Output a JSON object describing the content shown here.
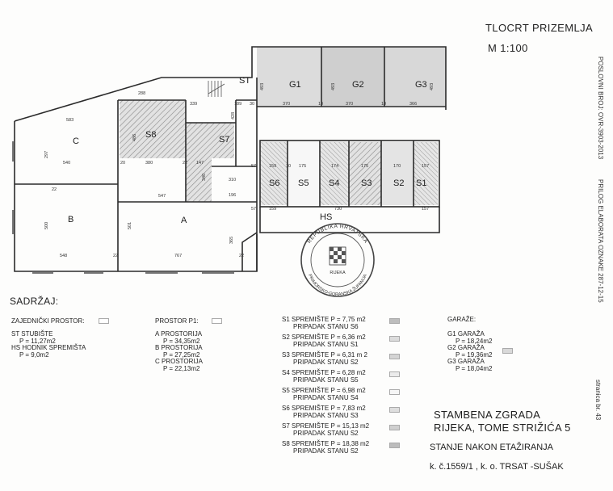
{
  "header": {
    "title": "TLOCRT PRIZEMLJA",
    "scale": "M 1:100"
  },
  "side": {
    "case_no": "POSLOVNI BROJ: OVR-3903-2013",
    "appendix": "PRILOG ELABORATA OZNAKE 287-12-15",
    "page": "stranica br. 43"
  },
  "rooms": {
    "st": "ST",
    "hs": "HS",
    "g1": "G1",
    "g2": "G2",
    "g3": "G3",
    "s1": "S1",
    "s2": "S2",
    "s3": "S3",
    "s4": "S4",
    "s5": "S5",
    "s6": "S6",
    "s7": "S7",
    "s8": "S8",
    "a": "A",
    "b": "B",
    "c": "C"
  },
  "dims": {
    "d583": "583",
    "d288": "288",
    "d339": "339",
    "d189": "189",
    "d30": "30",
    "d370a": "370",
    "d10a": "10",
    "d370b": "370",
    "d10b": "10",
    "d366": "366",
    "d493a": "493",
    "d493b": "493",
    "d493c": "493",
    "d428": "428",
    "d297": "297",
    "d540": "540",
    "d20": "20",
    "d380": "380",
    "d22a": "22",
    "d147": "147",
    "d22b": "22",
    "d310": "310",
    "d196": "196",
    "d547": "547",
    "d57a": "57",
    "d159a": "159",
    "d10c": "10",
    "d175a": "175",
    "d174": "174",
    "d175b": "175",
    "d170": "170",
    "d157a": "157",
    "d57b": "57",
    "d159b": "159",
    "d730": "730",
    "d157b": "157",
    "d500": "500",
    "d501": "501",
    "d365": "365",
    "d548": "548",
    "d22c": "22",
    "d767": "767",
    "d22d": "22",
    "d486": "486",
    "d340": "340"
  },
  "stamp": {
    "top": "REPUBLIKA HRVATSKA",
    "bottom": "PRIMORSKO-GORANSKA ŽUPANIJA",
    "inner": "RIJEKA"
  },
  "legend": {
    "title": "SADRŽAJ:",
    "common": {
      "label": "ZAJEDNIČKI PROSTOR:",
      "lines": [
        "ST STUBIŠTE",
        "P = 11,27m2",
        "HS HODNIK SPREMIŠTA",
        "P = 9,0m2"
      ]
    },
    "p1": {
      "label": "PROSTOR P1:",
      "lines": [
        "A PROSTORIJA",
        "P = 34,35m2",
        "B PROSTORIJA",
        "P = 27,25m2",
        "C PROSTORIJA",
        "P = 22,13m2"
      ]
    },
    "storage": [
      {
        "line1": "S1 SPREMIŠTE P = 7,75 m2",
        "line2": "PRIPADAK STANU S6",
        "color": "#bdbdbd"
      },
      {
        "line1": "S2 SPREMIŠTE P = 6,36 m2",
        "line2": "PRIPADAK STANU S1",
        "color": "#dcdcdc"
      },
      {
        "line1": "S3 SPREMIŠTE P = 6,31 m 2",
        "line2": "PRIPADAK STANU S2",
        "color": "#d4d4d4"
      },
      {
        "line1": "S4 SPREMIŠTE P = 6,28 m2",
        "line2": "PRIPADAK STANU S5",
        "color": "#ebebeb"
      },
      {
        "line1": "S5 SPREMIŠTE P = 6,98 m2",
        "line2": "PRIPADAK STANU S4",
        "color": "#f6f6f6"
      },
      {
        "line1": "S6 SPREMIŠTE P = 7,83 m2",
        "line2": "PRIPADAK STANU S3",
        "color": "#dedede"
      },
      {
        "line1": "S7 SPREMIŠTE P = 15,13 m2",
        "line2": "PRIPADAK STANU S2",
        "color": "#cfcfcf"
      },
      {
        "line1": "S8 SPREMIŠTE P = 18,38 m2",
        "line2": "PRIPADAK STANU S2",
        "color": "#bcbcbc"
      }
    ],
    "garages": {
      "label": "GARAŽE:",
      "lines": [
        "G1 GARAŽA",
        "P = 18,24m2",
        "G2 GARAŽA",
        "P = 19,36m2",
        "G3 GARAŽA",
        "P = 18,04m2"
      ]
    }
  },
  "title_block": {
    "line1": "STAMBENA ZGRADA",
    "line2": "RIJEKA, TOME STRIŽIĆA 5",
    "line3": "STANJE NAKON ETAŽIRANJA",
    "line4": "k. č.1559/1  , k. o. TRSAT -SUŠAK"
  },
  "colors": {
    "wall": "#2b2b2b",
    "hatch": "#8a8a8a",
    "garage": "#d9d9d9",
    "text": "#1c1c1c"
  }
}
